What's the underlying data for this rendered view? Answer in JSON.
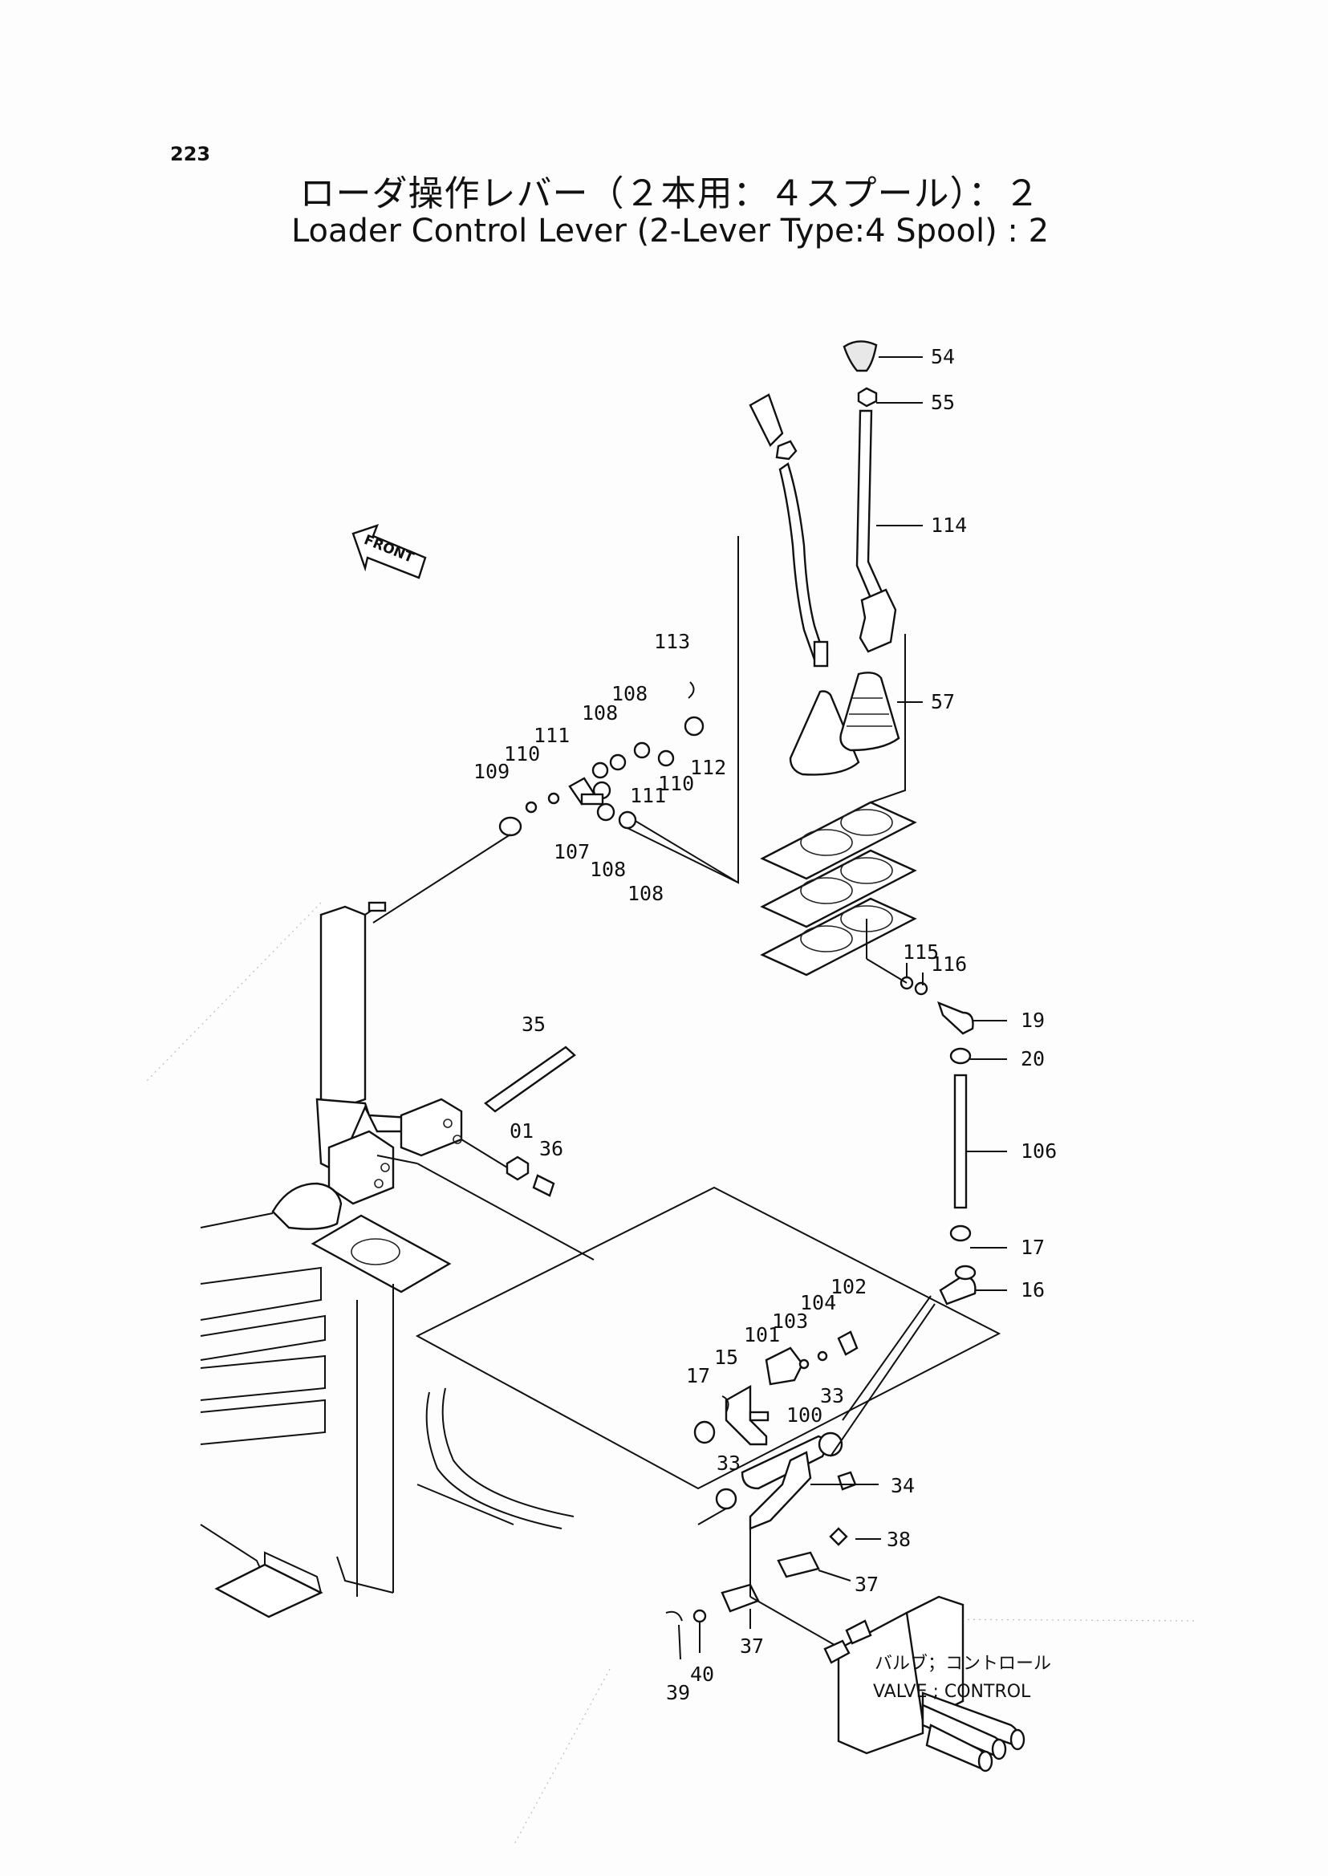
{
  "page_number": "223",
  "title_ja": "ローダ操作レバー（２本用：４スプール）：２",
  "title_en": "Loader Control Lever (2-Lever Type:4 Spool) : 2",
  "front_label": "FRONT",
  "callouts": {
    "p54": "54",
    "p55": "55",
    "p114": "114",
    "p57": "57",
    "p113": "113",
    "p112": "112",
    "p111a": "111",
    "p111b": "111",
    "p110a": "110",
    "p110b": "110",
    "p109": "109",
    "p108a": "108",
    "p108b": "108",
    "p108c": "108",
    "p108d": "108",
    "p107": "107",
    "p115": "115",
    "p116": "116",
    "p19": "19",
    "p20": "20",
    "p106": "106",
    "p17a": "17",
    "p16": "16",
    "p35": "35",
    "p01": "01",
    "p36": "36",
    "p102": "102",
    "p104": "104",
    "p103": "103",
    "p101": "101",
    "p15": "15",
    "p17b": "17",
    "p100": "100",
    "p33a": "33",
    "p33b": "33",
    "p34": "34",
    "p38": "38",
    "p37a": "37",
    "p37b": "37",
    "p39": "39",
    "p40": "40"
  },
  "valve_label_ja": "バルブ；コントロール",
  "valve_label_en": "VALVE ; CONTROL"
}
